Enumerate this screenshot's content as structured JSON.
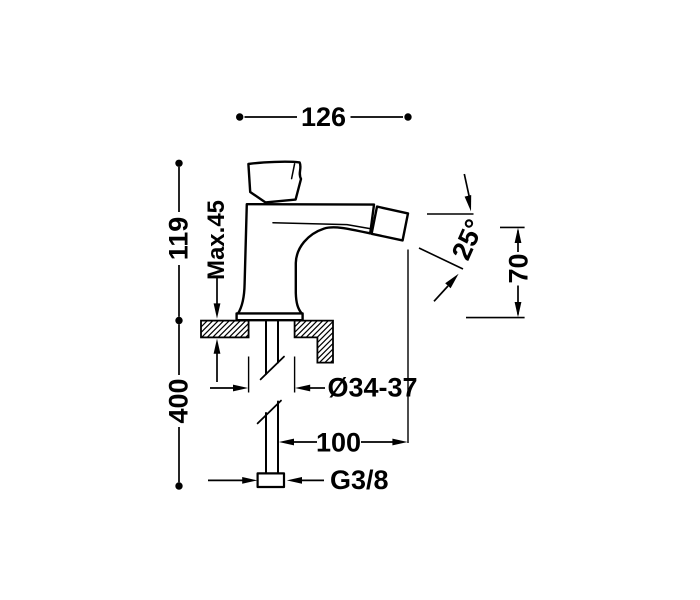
{
  "page": {
    "background": "#ffffff"
  },
  "drawing": {
    "stroke_color": "#000000",
    "kind": "faucet-dimension-drawing",
    "labels": {
      "overall_width": "126",
      "height_above_deck": "119",
      "max_deck_thickness": "Max.45",
      "supply_length": "400",
      "spout_angle": "25°",
      "outlet_height": "70",
      "hole_diameter": "Ø34-37",
      "spout_reach": "100",
      "supply_thread": "G3/8"
    }
  }
}
